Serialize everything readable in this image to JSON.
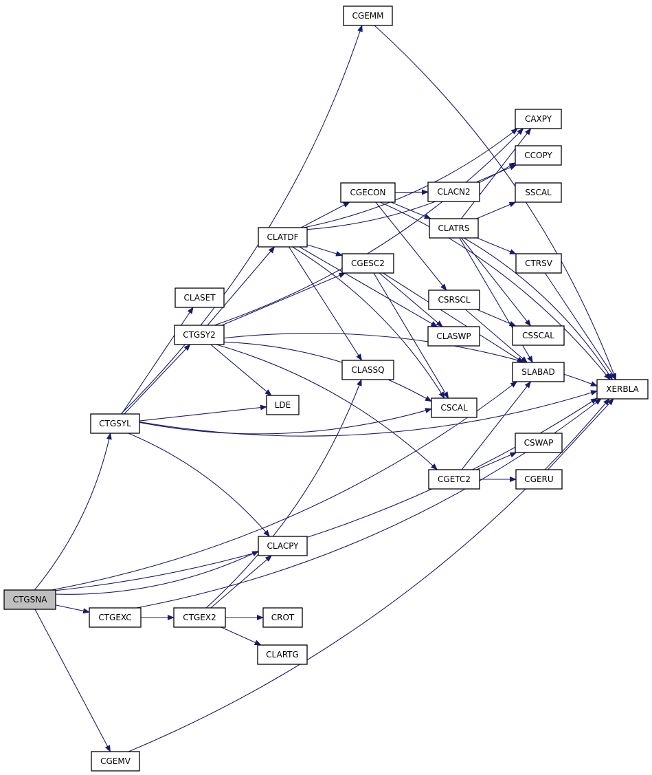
{
  "title": "Call graph of CTGSNA",
  "colors": {
    "edge": "#191970",
    "root_fill": "#bfbfbf",
    "node_fill": "#ffffff",
    "node_border": "#000000"
  },
  "root": "CTGSNA",
  "nodes": [
    {
      "id": "CTGSNA",
      "label": "CTGSNA",
      "root": true
    },
    {
      "id": "CTGSYL",
      "label": "CTGSYL"
    },
    {
      "id": "CTGEXC",
      "label": "CTGEXC"
    },
    {
      "id": "CGEMV",
      "label": "CGEMV"
    },
    {
      "id": "CGEMM",
      "label": "CGEMM"
    },
    {
      "id": "CLASET",
      "label": "CLASET"
    },
    {
      "id": "CTGSY2",
      "label": "CTGSY2"
    },
    {
      "id": "CLACPY",
      "label": "CLACPY"
    },
    {
      "id": "CTGEX2",
      "label": "CTGEX2"
    },
    {
      "id": "CLATDF",
      "label": "CLATDF"
    },
    {
      "id": "LDE",
      "label": "LDE"
    },
    {
      "id": "CROT",
      "label": "CROT"
    },
    {
      "id": "CLARTG",
      "label": "CLARTG"
    },
    {
      "id": "CGECON",
      "label": "CGECON"
    },
    {
      "id": "CGESC2",
      "label": "CGESC2"
    },
    {
      "id": "CLASSQ",
      "label": "CLASSQ"
    },
    {
      "id": "CLACN2",
      "label": "CLACN2"
    },
    {
      "id": "CLATRS",
      "label": "CLATRS"
    },
    {
      "id": "CSRSCL",
      "label": "CSRSCL"
    },
    {
      "id": "CLASWP",
      "label": "CLASWP"
    },
    {
      "id": "CSCAL",
      "label": "CSCAL"
    },
    {
      "id": "CGETC2",
      "label": "CGETC2"
    },
    {
      "id": "CAXPY",
      "label": "CAXPY"
    },
    {
      "id": "CCOPY",
      "label": "CCOPY"
    },
    {
      "id": "SSCAL",
      "label": "SSCAL"
    },
    {
      "id": "CTRSV",
      "label": "CTRSV"
    },
    {
      "id": "CSSCAL",
      "label": "CSSCAL"
    },
    {
      "id": "SLABAD",
      "label": "SLABAD"
    },
    {
      "id": "CSWAP",
      "label": "CSWAP"
    },
    {
      "id": "CGERU",
      "label": "CGERU"
    },
    {
      "id": "XERBLA",
      "label": "XERBLA"
    }
  ],
  "edges": [
    [
      "CTGSNA",
      "CTGSYL"
    ],
    [
      "CTGSNA",
      "SLABAD"
    ],
    [
      "CTGSNA",
      "CLACPY"
    ],
    [
      "CTGSNA",
      "CTGEXC"
    ],
    [
      "CTGSNA",
      "XERBLA"
    ],
    [
      "CTGSNA",
      "CGEMV"
    ],
    [
      "CTGSYL",
      "CGEMM"
    ],
    [
      "CTGSYL",
      "CLASET"
    ],
    [
      "CTGSYL",
      "CTGSY2"
    ],
    [
      "CTGSYL",
      "LDE"
    ],
    [
      "CTGSYL",
      "CSCAL"
    ],
    [
      "CTGSYL",
      "XERBLA"
    ],
    [
      "CTGSYL",
      "CLACPY"
    ],
    [
      "CTGSY2",
      "CLATDF"
    ],
    [
      "CTGSY2",
      "CGESC2"
    ],
    [
      "CTGSY2",
      "CAXPY"
    ],
    [
      "CTGSY2",
      "XERBLA"
    ],
    [
      "CTGSY2",
      "CSCAL"
    ],
    [
      "CTGSY2",
      "LDE"
    ],
    [
      "CTGSY2",
      "CGETC2"
    ],
    [
      "CLATDF",
      "CAXPY"
    ],
    [
      "CLATDF",
      "CCOPY"
    ],
    [
      "CLATDF",
      "CGECON"
    ],
    [
      "CLATDF",
      "CGESC2"
    ],
    [
      "CLATDF",
      "CLASSQ"
    ],
    [
      "CLATDF",
      "CLASWP"
    ],
    [
      "CLATDF",
      "CSCAL"
    ],
    [
      "CGECON",
      "CLACN2"
    ],
    [
      "CGECON",
      "CLATRS"
    ],
    [
      "CGECON",
      "CSRSCL"
    ],
    [
      "CGECON",
      "XERBLA"
    ],
    [
      "CLACN2",
      "CCOPY"
    ],
    [
      "CLATRS",
      "CAXPY"
    ],
    [
      "CLATRS",
      "SSCAL"
    ],
    [
      "CLATRS",
      "CTRSV"
    ],
    [
      "CLATRS",
      "XERBLA"
    ],
    [
      "CLATRS",
      "CSSCAL"
    ],
    [
      "CLATRS",
      "SLABAD"
    ],
    [
      "CGESC2",
      "CLASWP"
    ],
    [
      "CGESC2",
      "SLABAD"
    ],
    [
      "CGESC2",
      "CSCAL"
    ],
    [
      "CSRSCL",
      "CSSCAL"
    ],
    [
      "CSRSCL",
      "SLABAD"
    ],
    [
      "CTRSV",
      "XERBLA"
    ],
    [
      "CGETC2",
      "SLABAD"
    ],
    [
      "CGETC2",
      "CSWAP"
    ],
    [
      "CGETC2",
      "CGERU"
    ],
    [
      "CGERU",
      "XERBLA"
    ],
    [
      "CTGEXC",
      "CTGEX2"
    ],
    [
      "CTGEXC",
      "XERBLA"
    ],
    [
      "CTGEX2",
      "CLACPY"
    ],
    [
      "CTGEX2",
      "CLASSQ"
    ],
    [
      "CTGEX2",
      "CROT"
    ],
    [
      "CTGEX2",
      "CLARTG"
    ],
    [
      "CGEMM",
      "XERBLA"
    ],
    [
      "CGEMV",
      "XERBLA"
    ]
  ]
}
